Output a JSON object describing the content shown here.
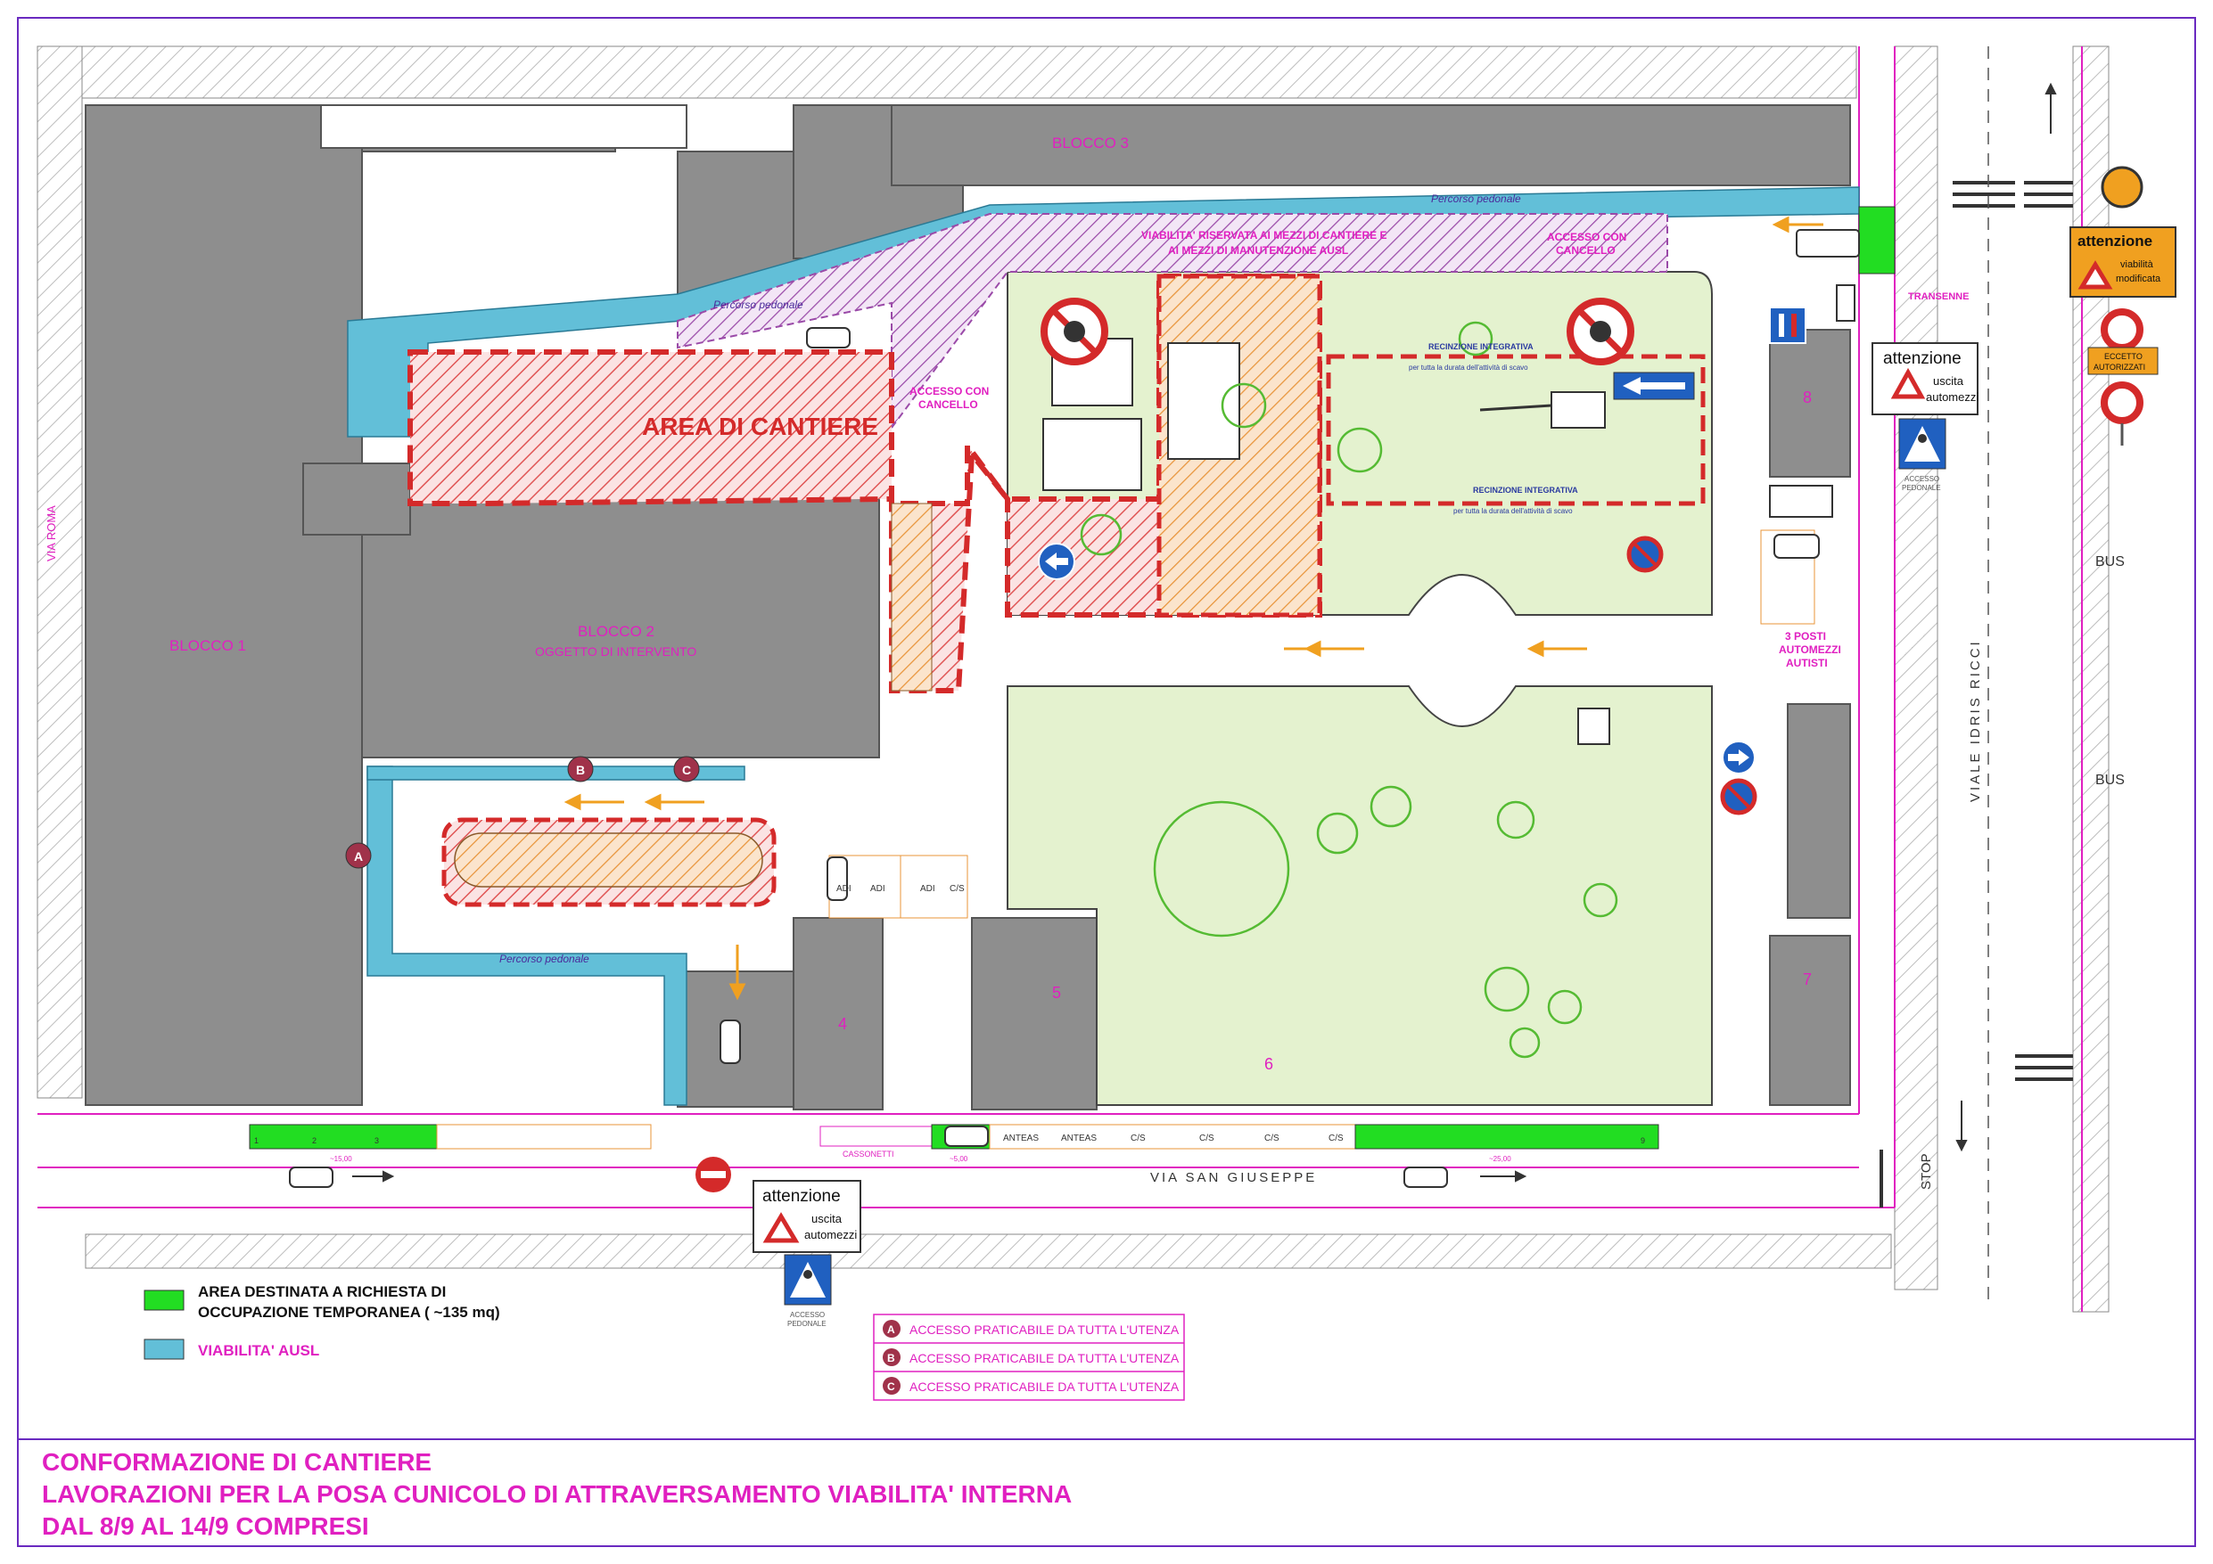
{
  "labels": {
    "blocco1": "BLOCCO 1",
    "blocco2": "BLOCCO 2",
    "blocco2_sub": "OGGETTO DI INTERVENTO",
    "blocco3": "BLOCCO 3",
    "area_cantiere": "AREA DI CANTIERE",
    "percorso_pedonale": "Percorso pedonale",
    "viabilita_riservata_1": "VIABILITA' RISERVATA AI MEZZI DI CANTIERE E",
    "viabilita_riservata_2": "AI MEZZI DI MANUTENZIONE AUSL",
    "accesso_cancello_1": "ACCESSO CON",
    "accesso_cancello_2": "CANCELLO",
    "recinzione": "RECINZIONE INTEGRATIVA",
    "recinzione_sub": "per tutta la durata dell'attività di scavo",
    "transenne": "TRANSENNE",
    "posti_1": "3 POSTI",
    "posti_2": "AUTOMEZZI",
    "posti_3": "AUTISTI",
    "via_roma": "VIA ROMA",
    "via_san_giuseppe": "VIA SAN GIUSEPPE",
    "viale_idris_ricci": "VIALE IDRIS RICCI",
    "bus": "BUS",
    "stop": "STOP",
    "anteas": "ANTEAS",
    "cs": "C/S",
    "adi": "ADI",
    "cassonetti": "CASSONETTI",
    "dim_15": "~15,00",
    "dim_5": "~5,00",
    "dim_25": "~25,00",
    "num_4": "4",
    "num_5": "5",
    "num_6": "6",
    "num_7": "7",
    "num_8": "8",
    "num_1": "1",
    "num_2": "2",
    "num_3": "3",
    "num_9": "9",
    "marker_a": "A",
    "marker_b": "B",
    "marker_c": "C"
  },
  "signs": {
    "attenzione": "attenzione",
    "uscita": "uscita",
    "automezzi": "automezzi",
    "viabilita": "viabilità",
    "modificata": "modificata",
    "eccetto": "ECCETTO",
    "autorizzati": "AUTORIZZATI",
    "accesso": "ACCESSO",
    "pedonale": "PEDONALE"
  },
  "legend": {
    "green_1": "AREA DESTINATA A RICHIESTA DI",
    "green_2": "OCCUPAZIONE TEMPORANEA ( ~135 mq)",
    "blue": "VIABILITA' AUSL",
    "access_a": "ACCESSO PRATICABILE  DA TUTTA L'UTENZA",
    "access_b": "ACCESSO PRATICABILE  DA TUTTA L'UTENZA",
    "access_c": "ACCESSO PRATICABILE  DA TUTTA L'UTENZA"
  },
  "caption": {
    "line1": "CONFORMAZIONE DI CANTIERE",
    "line2": "LAVORAZIONI PER LA POSA CUNICOLO DI ATTRAVERSAMENTO VIABILITA' INTERNA",
    "line3": "DAL 8/9 AL 14/9 COMPRESI"
  },
  "colors": {
    "magenta": "#e020c0",
    "red": "#d42a2a",
    "blue_ausl": "#62bfd8",
    "green": "#22dd22",
    "building": "#8e8e8e",
    "lawn": "#e4f2cf",
    "orange": "#f0a020"
  }
}
